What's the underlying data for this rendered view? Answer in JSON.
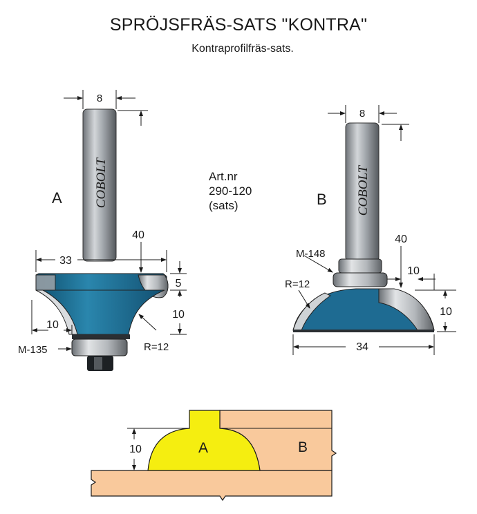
{
  "title": "SPRÖJSFRÄS-SATS \"KONTRA\"",
  "subtitle": "Kontraprofilfräs-sats.",
  "article": {
    "label": "Art.nr",
    "number": "290-120",
    "note": "(sats)"
  },
  "cutter_a": {
    "letter": "A",
    "brand": "COBOLT",
    "shank_width": "8",
    "length": "40",
    "diameter": "33",
    "top_height": "5",
    "profile_height": "10",
    "profile_width": "10",
    "radius": "R=12",
    "bearing": "M-135"
  },
  "cutter_b": {
    "letter": "B",
    "brand": "COBOLT",
    "shank_width": "8",
    "length": "40",
    "profile_width": "10",
    "height": "10",
    "diameter": "34",
    "radius": "R=12",
    "bearing": "M-148"
  },
  "joint": {
    "label_a": "A",
    "label_b": "B",
    "height": "10"
  },
  "colors": {
    "cutter_blue": "#1f6f95",
    "steel": "#a9adb1",
    "wood": "#f9c99c",
    "profile_yellow": "#f5ee10"
  }
}
